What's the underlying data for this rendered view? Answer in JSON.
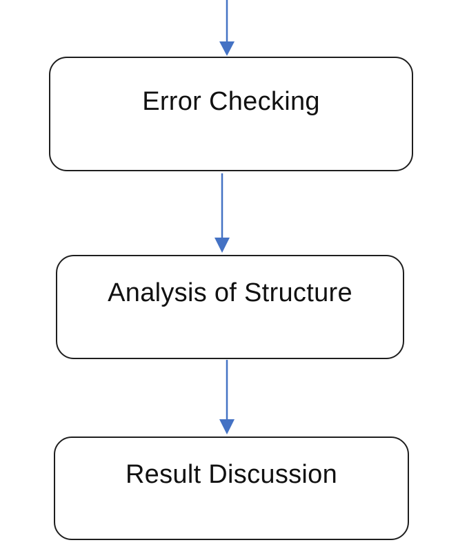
{
  "diagram": {
    "type": "flowchart",
    "nodes": [
      {
        "id": "error",
        "label": "Error Checking"
      },
      {
        "id": "analysis",
        "label": "Analysis of Structure"
      },
      {
        "id": "result",
        "label": "Result Discussion"
      }
    ],
    "edges": [
      {
        "from": null,
        "to": "error"
      },
      {
        "from": "error",
        "to": "analysis"
      },
      {
        "from": "analysis",
        "to": "result"
      }
    ],
    "colors": {
      "arrow": "#4472C4",
      "box_border": "#1e1e1e",
      "text": "#111111"
    }
  }
}
